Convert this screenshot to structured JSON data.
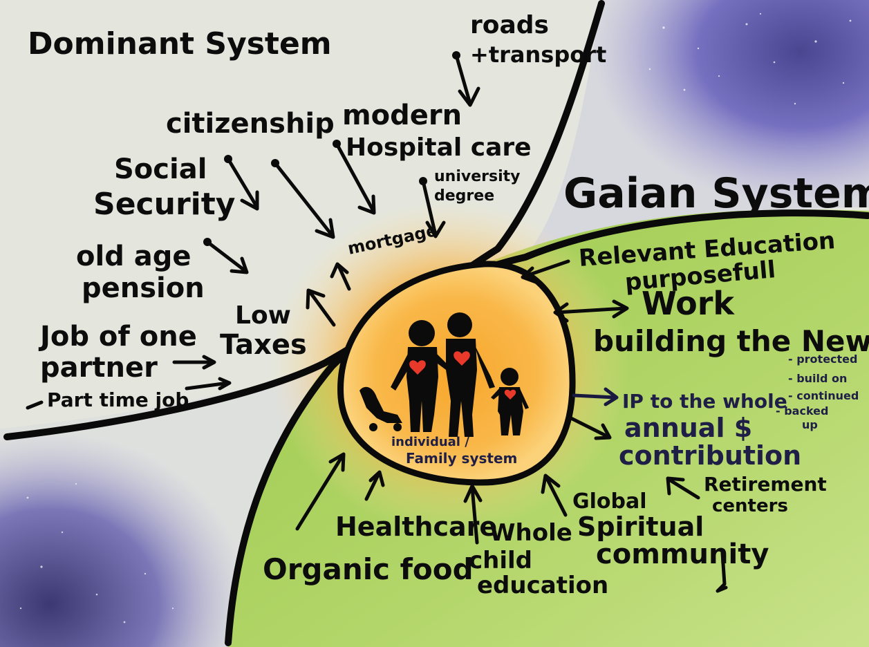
{
  "colors": {
    "dominant_bg": "#e4e6dd",
    "purple": "#6d68b8",
    "green": "#a7cf5a",
    "sun": "#f6a22a",
    "heart": "#e8392b",
    "ink": "#0a0a0a"
  },
  "titles": {
    "dominant": "Dominant System",
    "gaian": "Gaian System"
  },
  "dominant_items": {
    "roads_1": "roads",
    "roads_2": "+transport",
    "citizenship": "citizenship",
    "modern": "modern",
    "hospital": "Hospital care",
    "social_1": "Social",
    "social_2": "Security",
    "university_1": "university",
    "university_2": "degree",
    "mortgage": "mortgage",
    "oldage_1": "old age",
    "oldage_2": "pension",
    "low_1": "Low",
    "low_2": "Taxes",
    "job_1": "Job of one",
    "job_2": "partner",
    "parttime": "Part time job"
  },
  "gaian_items": {
    "relevant": "Relevant Education",
    "purposeful": "purposefull",
    "work": "Work",
    "building": "building the New",
    "ip": "IP to the whole",
    "ip_notes": [
      "- protected",
      "- build on",
      "- continued",
      "- backed",
      "up"
    ],
    "annual_1": "annual $",
    "annual_2": "contribution",
    "retirement_1": "Retirement",
    "retirement_2": "centers",
    "global_1": "Global",
    "global_2": "Spiritual",
    "community": "community",
    "healthcare": "Healthcare",
    "organic": "Organic food",
    "whole_1": "Whole",
    "whole_2": "child",
    "whole_3": "education"
  },
  "center": {
    "label_1": "individual /",
    "label_2": "Family system"
  }
}
